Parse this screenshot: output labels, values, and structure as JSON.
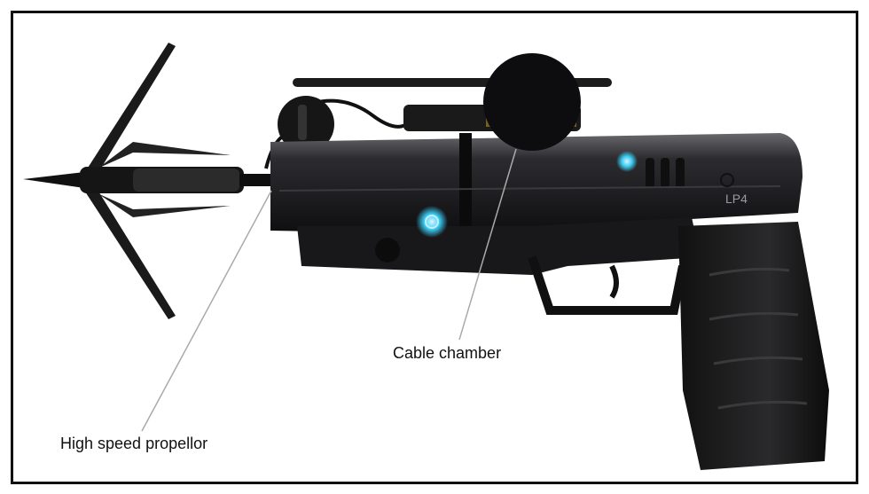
{
  "gun": {
    "marking": "LP4",
    "glow_color": "#38c8f0",
    "body_color": "#1e1e20"
  },
  "annotations": [
    {
      "label": "Cable chamber"
    },
    {
      "label": "High speed propellor"
    }
  ]
}
